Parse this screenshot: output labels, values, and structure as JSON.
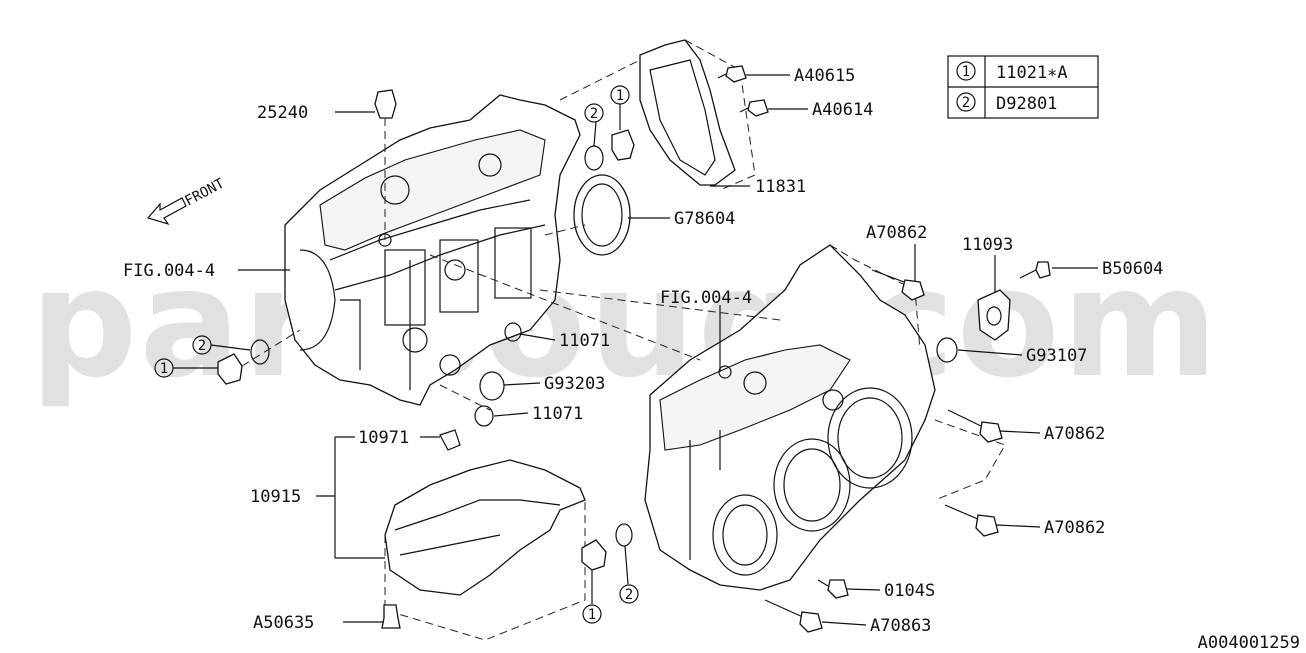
{
  "diagram_id": "A004001259",
  "watermark": "partsouq.com",
  "direction_label": "FRONT",
  "legend": {
    "rows": [
      {
        "key": "1",
        "value": "11021∗A"
      },
      {
        "key": "2",
        "value": "D92801"
      }
    ]
  },
  "callouts": {
    "c25240": "25240",
    "fig004_left": "FIG.004-4",
    "fig004_right": "FIG.004-4",
    "a40615": "A40615",
    "a40614": "A40614",
    "p11831": "11831",
    "g78604": "G78604",
    "a70862_top": "A70862",
    "p11093": "11093",
    "b50604": "B50604",
    "g93107": "G93107",
    "p11071_a": "11071",
    "g93203": "G93203",
    "p11071_b": "11071",
    "p10971": "10971",
    "p10915": "10915",
    "a50635": "A50635",
    "a70862_mid": "A70862",
    "a70862_low": "A70862",
    "p0104s": "0104S",
    "a70863": "A70863"
  },
  "markers": {
    "m1_top": "1",
    "m2_top": "2",
    "m1_left": "1",
    "m2_left": "2",
    "m1_bottom": "1",
    "m2_bottom": "2"
  }
}
